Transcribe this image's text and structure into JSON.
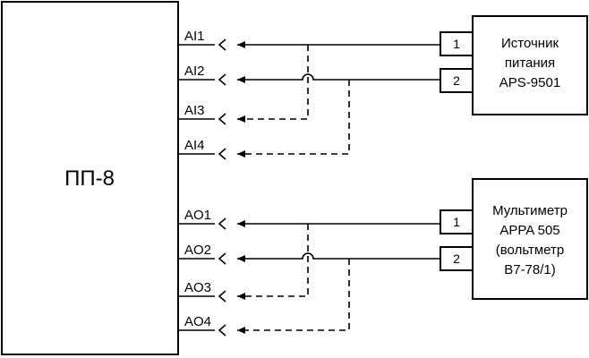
{
  "main_block": {
    "label": "ПП-8"
  },
  "inputs": [
    "AI1",
    "AI2",
    "AI3",
    "AI4"
  ],
  "outputs": [
    "AO1",
    "AO2",
    "AO3",
    "AO4"
  ],
  "power_source": {
    "lines": [
      "Источник",
      "питания",
      "APS-9501"
    ],
    "pins": [
      "1",
      "2"
    ]
  },
  "multimeter": {
    "lines": [
      "Мультиметр",
      "APPA 505",
      "(вольтметр",
      "B7-78/1)"
    ],
    "pins": [
      "1",
      "2"
    ]
  }
}
